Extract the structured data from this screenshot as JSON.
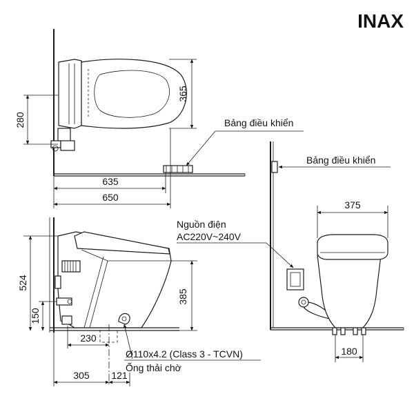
{
  "brand": {
    "logo_text": "INAX"
  },
  "top_view": {
    "control_panel_label": "Bảng điều khiển",
    "dims": {
      "d365": "365",
      "d280": "280",
      "d635": "635",
      "d650": "650"
    }
  },
  "right_view": {
    "control_panel_label": "Bảng điều khiển",
    "power_label_line1": "Nguồn điện",
    "power_label_line2": "AC220V~240V",
    "dims": {
      "d375": "375",
      "d180": "180"
    }
  },
  "side_view": {
    "pipe_spec": "Ø110x4.2 (Class 3 - TCVN)",
    "pipe_name": "Ống thải chờ",
    "dims": {
      "d524": "524",
      "d385": "385",
      "d150": "150",
      "d230": "230",
      "d305": "305",
      "d121": "121"
    }
  }
}
